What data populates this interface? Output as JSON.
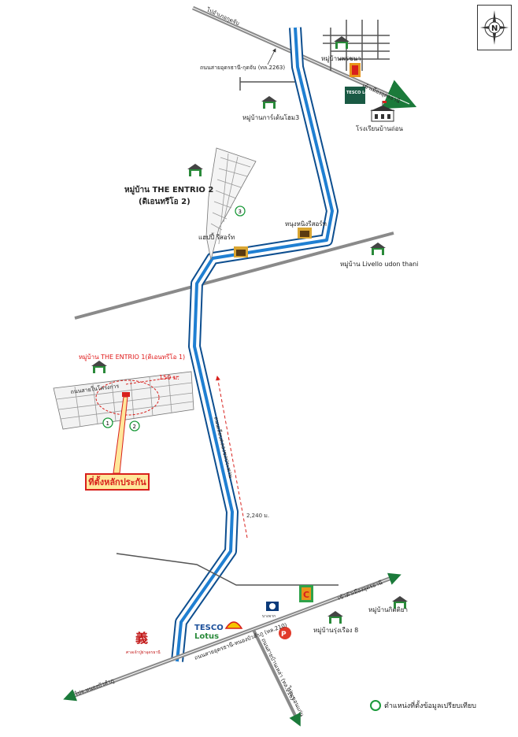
{
  "compass": {
    "label": "N"
  },
  "roads": {
    "to_kut_chap": "ไปอำเภอกุดจับ",
    "udon_kut_chap": "ถนนสายอุดรธานี-กุดจับ (ทล.2263)",
    "to_udon_city_north": "เข้าเมืองอุดรธานี",
    "to_udon_city_south": "เข้าตัวเมืองอุดรธานี",
    "frontage": "ถนนเลียบคลองชลประทาน",
    "udon_nongkhai": "ถนนสายอุดรธานี-หนองบัวลำภู (ทล.210)",
    "to_nong_bua": "ไปจ.หนองบัวลำภู",
    "rimkhlong": "ถนนสายบ้านเหล่า (ทล.216)",
    "to_khon_kaen": "ไปจ.ขอนแก่น",
    "village_road": "ถนนสายในโครงการ"
  },
  "places": {
    "ban_chomthong": "หมู่บ้านพรชนา",
    "tesco_north": "TESCO Lotus",
    "school": "โรงเรียนบ้านถ่อน",
    "ban_karn": "หมู่บ้านการ์เด้นโฮม3",
    "entrio2": "หมู่บ้าน THE ENTRIO 2",
    "entrio2_th": "(ดิเอนทรีโอ 2)",
    "happy_resort": "แฮปปี้ รีสอร์ท",
    "nong_resort": "หนุงหนิงรีสอร์ท",
    "livello": "หมู่บ้าน Livello udon thani",
    "entrio1": "หมู่บ้าน THE ENTRIO 1(ดิเอนทรีโอ 1)",
    "collateral": "ที่ตั้งหลักประกัน",
    "ptt_name": "บางจาก",
    "ban_rungrueang": "หมู่บ้านรุ่งเรือง 8",
    "ban_kittiya": "หมู่บ้านกิตติยา",
    "tesco_south_1": "TESCO",
    "tesco_south_2": "Lotus",
    "shrine": "ศาลเจ้าปู่ย่าอุดรธานี"
  },
  "distances": {
    "d150": "150 ม.",
    "d2240": "2,240 ม."
  },
  "markers": [
    "1",
    "2",
    "3"
  ],
  "legend": {
    "label": "ตำแหน่งที่ตั้งข้อมูลเปรียบเทียบ"
  },
  "colors": {
    "canal_blue": "#1f7fd2",
    "road_gray": "#8a8a8a",
    "road_dark": "#3b3b3b",
    "marker_green": "#1b9a3a",
    "collateral_red": "#d8201c",
    "entrio_red": "#e01818"
  }
}
